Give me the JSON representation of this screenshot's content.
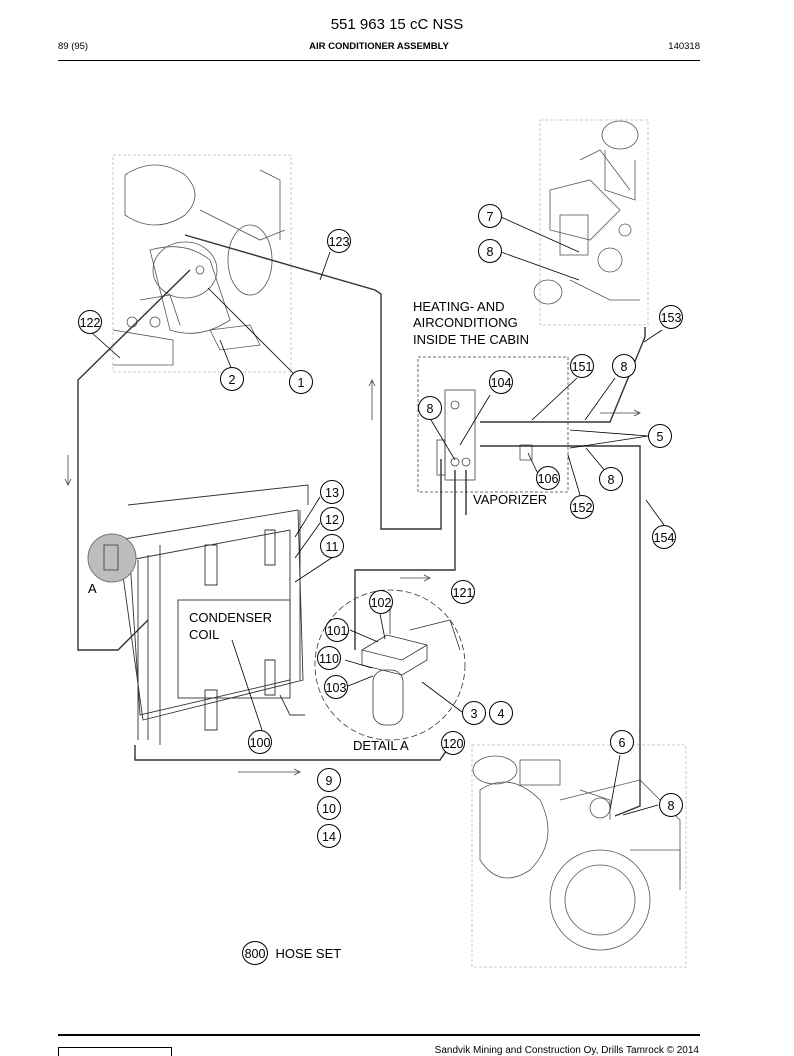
{
  "header": {
    "title": "551 963 15 cC NSS",
    "page": "89 (95)",
    "section": "AIR CONDITIONER ASSEMBLY",
    "code": "140318"
  },
  "labels": {
    "heating": "HEATING- AND",
    "aircon": "AIRCONDITIONG",
    "inside": "INSIDE THE CABIN",
    "vaporizer": "VAPORIZER",
    "condenser": "CONDENSER",
    "coil": "COIL",
    "detail": "DETAIL A",
    "detail_marker": "A",
    "hose_set": "HOSE SET"
  },
  "callouts": [
    "7",
    "8",
    "123",
    "122",
    "2",
    "1",
    "153",
    "151",
    "8",
    "104",
    "8",
    "5",
    "106",
    "8",
    "152",
    "154",
    "13",
    "12",
    "11",
    "121",
    "102",
    "101",
    "110",
    "103",
    "3",
    "4",
    "100",
    "120",
    "6",
    "8",
    "9",
    "10",
    "14",
    "800"
  ],
  "footer": {
    "copyright": "Sandvik Mining and Construction Oy, Drills Tamrock © 2014"
  }
}
